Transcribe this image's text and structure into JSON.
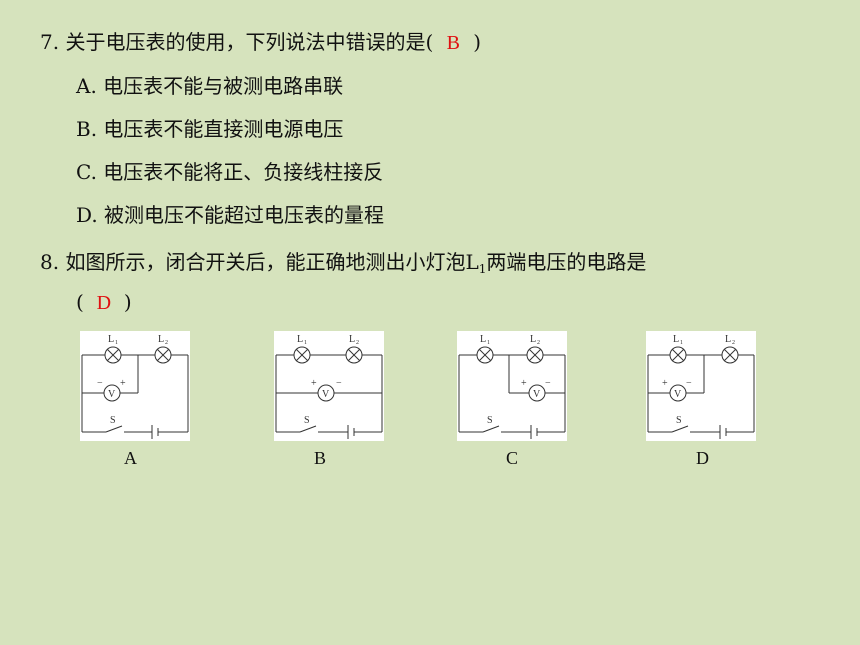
{
  "q7": {
    "stem": "7. 关于电压表的使用，下列说法中错误的是(",
    "answer": "B",
    "close": ")",
    "options": [
      "A. 电压表不能与被测电路串联",
      "B. 电压表不能直接测电源电压",
      "C. 电压表不能将正、负接线柱接反",
      "D. 被测电压不能超过电压表的量程"
    ]
  },
  "q8": {
    "stem_pre": "8. 如图所示，闭合开关后，能正确地测出小灯泡L",
    "stem_sub": "1",
    "stem_post": "两端电压的电路是",
    "open": "(",
    "answer": "D",
    "close": ")"
  },
  "circuits": [
    {
      "label": "A",
      "l1": "L",
      "l1_sub": "1",
      "l2": "L",
      "l2_sub": "2",
      "switch": "S",
      "meter": "V",
      "left_sign": "−",
      "right_sign": "+"
    },
    {
      "label": "B",
      "l1": "L",
      "l1_sub": "1",
      "l2": "L",
      "l2_sub": "2",
      "switch": "S",
      "meter": "V",
      "left_sign": "+",
      "right_sign": "−"
    },
    {
      "label": "C",
      "l1": "L",
      "l1_sub": "1",
      "l2": "L",
      "l2_sub": "2",
      "switch": "S",
      "meter": "V",
      "left_sign": "+",
      "right_sign": "−"
    },
    {
      "label": "D",
      "l1": "L",
      "l1_sub": "1",
      "l2": "L",
      "l2_sub": "2",
      "switch": "S",
      "meter": "V",
      "left_sign": "+",
      "right_sign": "−"
    }
  ]
}
